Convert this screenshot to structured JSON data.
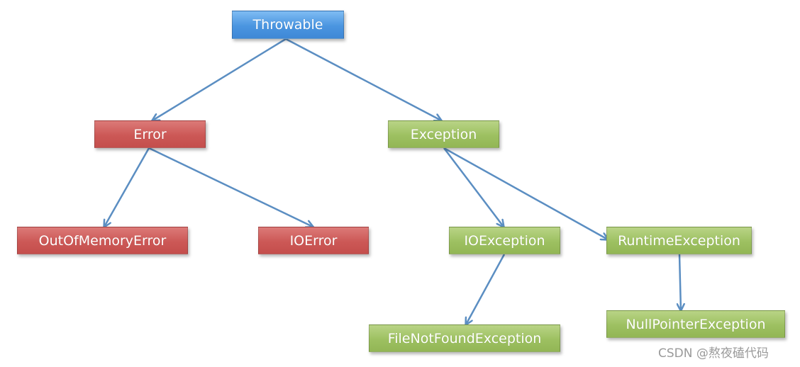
{
  "diagram": {
    "colors": {
      "arrow": "#5b8ec2",
      "root": "#4a95e0",
      "error": "#cc5856",
      "exception": "#9dc061"
    },
    "nodes": {
      "throwable": "Throwable",
      "error": "Error",
      "exception": "Exception",
      "out_of_memory_error": "OutOfMemoryError",
      "io_error": "IOError",
      "io_exception": "IOException",
      "runtime_exception": "RuntimeException",
      "file_not_found_exception": "FileNotFoundException",
      "null_pointer_exception": "NullPointerException"
    },
    "edges": [
      {
        "from": "Throwable",
        "to": "Error"
      },
      {
        "from": "Throwable",
        "to": "Exception"
      },
      {
        "from": "Error",
        "to": "OutOfMemoryError"
      },
      {
        "from": "Error",
        "to": "IOError"
      },
      {
        "from": "Exception",
        "to": "IOException"
      },
      {
        "from": "Exception",
        "to": "RuntimeException"
      },
      {
        "from": "IOException",
        "to": "FileNotFoundException"
      },
      {
        "from": "RuntimeException",
        "to": "NullPointerException"
      }
    ]
  },
  "watermark": "CSDN @熬夜磕代码"
}
